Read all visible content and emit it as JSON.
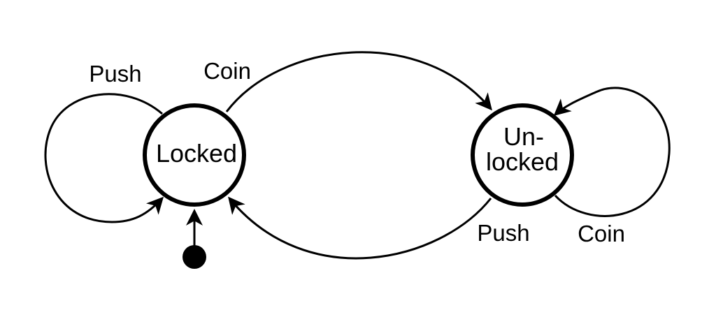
{
  "states": {
    "locked": {
      "label": "Locked"
    },
    "unlocked": {
      "line1": "Un-",
      "line2": "locked"
    }
  },
  "transitions": {
    "locked_self": "Push",
    "locked_to_unlocked": "Coin",
    "unlocked_to_locked": "Push",
    "unlocked_self": "Coin"
  },
  "colors": {
    "stroke": "#000000",
    "background": "#ffffff"
  }
}
